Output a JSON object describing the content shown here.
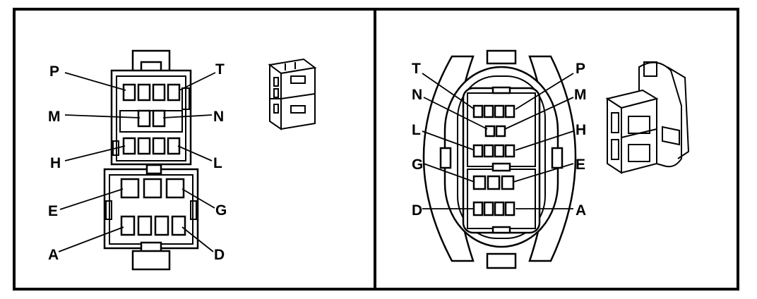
{
  "left_view": {
    "labels": {
      "P": "P",
      "T": "T",
      "M": "M",
      "N": "N",
      "H": "H",
      "L": "L",
      "E": "E",
      "G": "G",
      "A": "A",
      "D": "D"
    },
    "icon": "connector-housing-3d-icon"
  },
  "right_view": {
    "labels": {
      "T": "T",
      "P": "P",
      "N": "N",
      "M": "M",
      "L": "L",
      "H": "H",
      "G": "G",
      "E": "E",
      "D": "D",
      "A": "A"
    },
    "icon": "connector-plug-3d-icon"
  }
}
